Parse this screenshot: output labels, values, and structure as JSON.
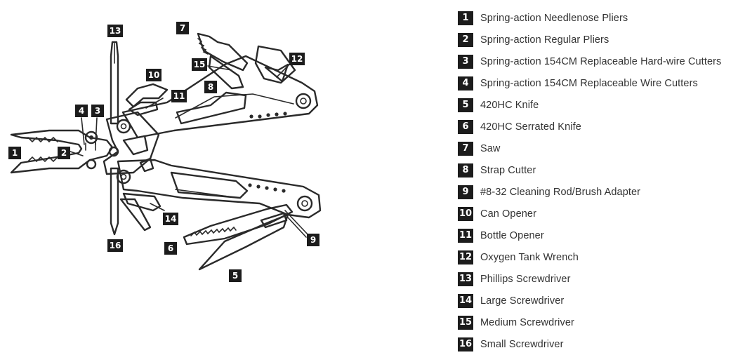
{
  "items": [
    {
      "num": "1",
      "label": "Spring-action Needlenose Pliers"
    },
    {
      "num": "2",
      "label": "Spring-action Regular Pliers"
    },
    {
      "num": "3",
      "label": "Spring-action 154CM Replaceable Hard-wire Cutters"
    },
    {
      "num": "4",
      "label": "Spring-action 154CM Replaceable Wire Cutters"
    },
    {
      "num": "5",
      "label": "420HC Knife"
    },
    {
      "num": "6",
      "label": "420HC Serrated Knife"
    },
    {
      "num": "7",
      "label": "Saw"
    },
    {
      "num": "8",
      "label": "Strap Cutter"
    },
    {
      "num": "9",
      "label": "#8-32 Cleaning Rod/Brush Adapter"
    },
    {
      "num": "10",
      "label": "Can Opener"
    },
    {
      "num": "11",
      "label": "Bottle Opener"
    },
    {
      "num": "12",
      "label": "Oxygen Tank Wrench"
    },
    {
      "num": "13",
      "label": "Phillips Screwdriver"
    },
    {
      "num": "14",
      "label": "Large Screwdriver"
    },
    {
      "num": "15",
      "label": "Medium Screwdriver"
    },
    {
      "num": "16",
      "label": "Small Screwdriver"
    }
  ],
  "colors": {
    "tag_bg": "#1c1c1c",
    "tag_text": "#ffffff",
    "label_text": "#333333",
    "line": "#2a2a2a"
  }
}
